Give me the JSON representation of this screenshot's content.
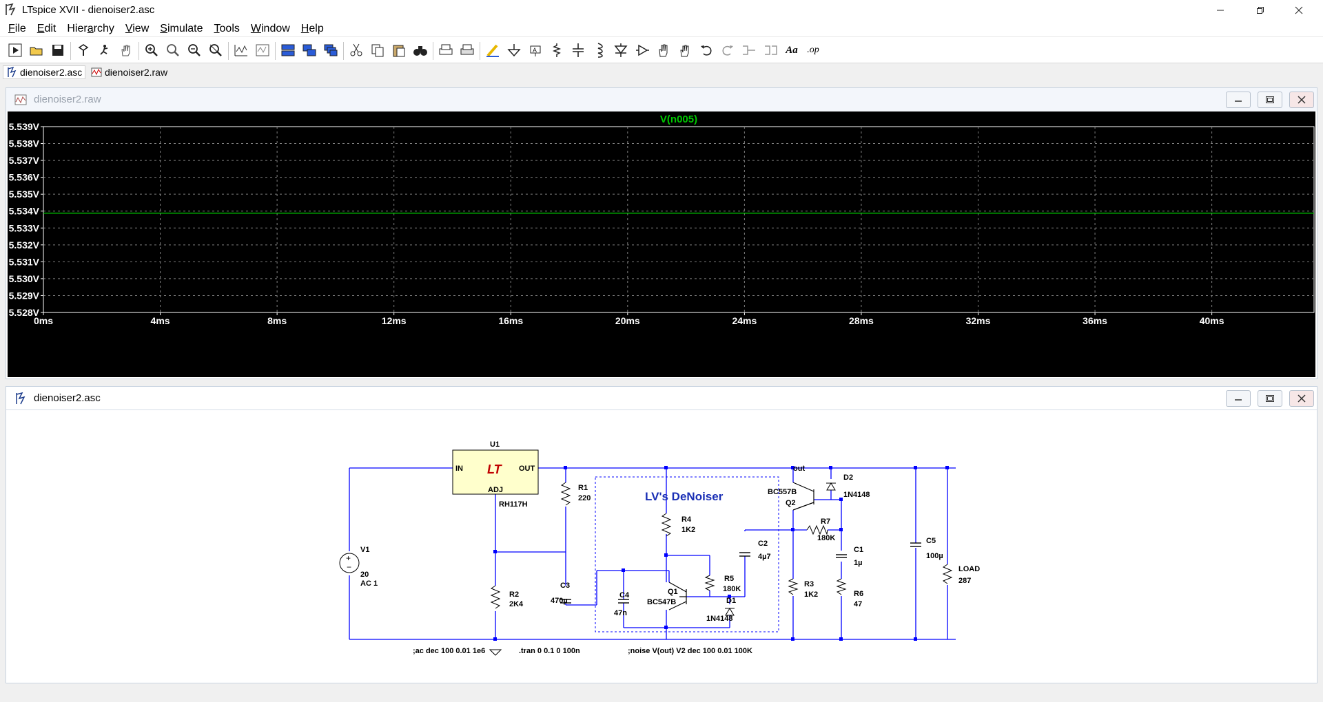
{
  "window": {
    "title": "LTspice XVII - dienoiser2.asc"
  },
  "menu": [
    {
      "label": "File",
      "key": "F"
    },
    {
      "label": "Edit",
      "key": "E"
    },
    {
      "label": "Hierarchy",
      "key": "a"
    },
    {
      "label": "View",
      "key": "V"
    },
    {
      "label": "Simulate",
      "key": "S"
    },
    {
      "label": "Tools",
      "key": "T"
    },
    {
      "label": "Window",
      "key": "W"
    },
    {
      "label": "Help",
      "key": "H"
    }
  ],
  "toolbar": {
    "icons": [
      "run-icon",
      "open-icon",
      "save-icon",
      "control-panel-icon",
      "halt-icon",
      "pan-hand-icon",
      "zoom-in-icon",
      "zoom-full-icon",
      "zoom-out-icon",
      "zoom-cancel-icon",
      "autorange-icon",
      "add-trace-icon",
      "tile-horizontal-icon",
      "tile-vertical-icon",
      "cascade-icon",
      "cut-icon",
      "copy-icon",
      "paste-icon",
      "find-icon",
      "print-icon",
      "print-setup-icon",
      "draw-wire-icon",
      "ground-icon",
      "label-net-icon",
      "resistor-icon",
      "capacitor-icon",
      "inductor-icon",
      "diode-icon",
      "component-icon",
      "move-icon",
      "drag-icon",
      "undo-icon",
      "redo-icon",
      "rotate-icon",
      "mirror-icon",
      "text-icon",
      "spice-directive-icon"
    ],
    "text_label": "Aa",
    "op_label": ".op"
  },
  "tabs": [
    {
      "label": "dienoiser2.asc",
      "active": true
    },
    {
      "label": "dienoiser2.raw",
      "active": false
    }
  ],
  "waveform": {
    "title": "dienoiser2.raw",
    "trace_name": "V(n005)",
    "trace_color": "#00c800",
    "background": "#000000",
    "axis_color": "#ffffff",
    "grid_color": "#7f7f7f"
  },
  "chart_data": {
    "type": "line",
    "title": "V(n005)",
    "x_tick_labels": [
      "0ms",
      "4ms",
      "8ms",
      "12ms",
      "16ms",
      "20ms",
      "24ms",
      "28ms",
      "32ms",
      "36ms",
      "40ms"
    ],
    "y_tick_labels": [
      "5.539V",
      "5.538V",
      "5.537V",
      "5.536V",
      "5.535V",
      "5.534V",
      "5.533V",
      "5.532V",
      "5.531V",
      "5.530V",
      "5.529V",
      "5.528V"
    ],
    "xlim": [
      0,
      43.5
    ],
    "ylim": [
      5.528,
      5.539
    ],
    "series": [
      {
        "name": "V(n005)",
        "x": [
          0,
          43.5
        ],
        "y": [
          5.53388,
          5.53388
        ]
      }
    ],
    "grid": true
  },
  "schematic": {
    "title": "dienoiser2.asc",
    "wire_color": "#0000ff",
    "labels": {
      "u1": "U1",
      "u1_model": "RH117H",
      "u1_in": "IN",
      "u1_out": "OUT",
      "u1_adj": "ADJ",
      "u1_logo": "LT",
      "v1": "V1",
      "v1_val": "20",
      "v1_ac": "AC 1",
      "r1": "R1",
      "r1_val": "220",
      "r2": "R2",
      "r2_val": "2K4",
      "c3": "C3",
      "c3_val": "470µ",
      "c4": "C4",
      "c4_val": "47n",
      "r4": "R4",
      "r4_val": "1K2",
      "r5": "R5",
      "r5_val": "180K",
      "q1": "Q1",
      "q1_model": "BC547B",
      "d1": "D1",
      "d1_model": "1N4148",
      "c2": "C2",
      "c2_val": "4µ7",
      "q2": "Q2",
      "q2_model": "BC557B",
      "d2": "D2",
      "d2_model": "1N4148",
      "r7": "R7",
      "r7_val": "180K",
      "c1": "C1",
      "c1_val": "1µ",
      "r3": "R3",
      "r3_val": "1K2",
      "r6": "R6",
      "r6_val": "47",
      "c5": "C5",
      "c5_val": "100µ",
      "load": "LOAD",
      "load_val": "287",
      "out_label": "out",
      "denoiser_title": "LV's DeNoiser",
      "dir_ac": ";ac dec 100 0.01 1e6",
      "dir_tran": ".tran 0 0.1 0 100n",
      "dir_noise": ";noise V(out) V2 dec 100 0.01 100K"
    }
  }
}
